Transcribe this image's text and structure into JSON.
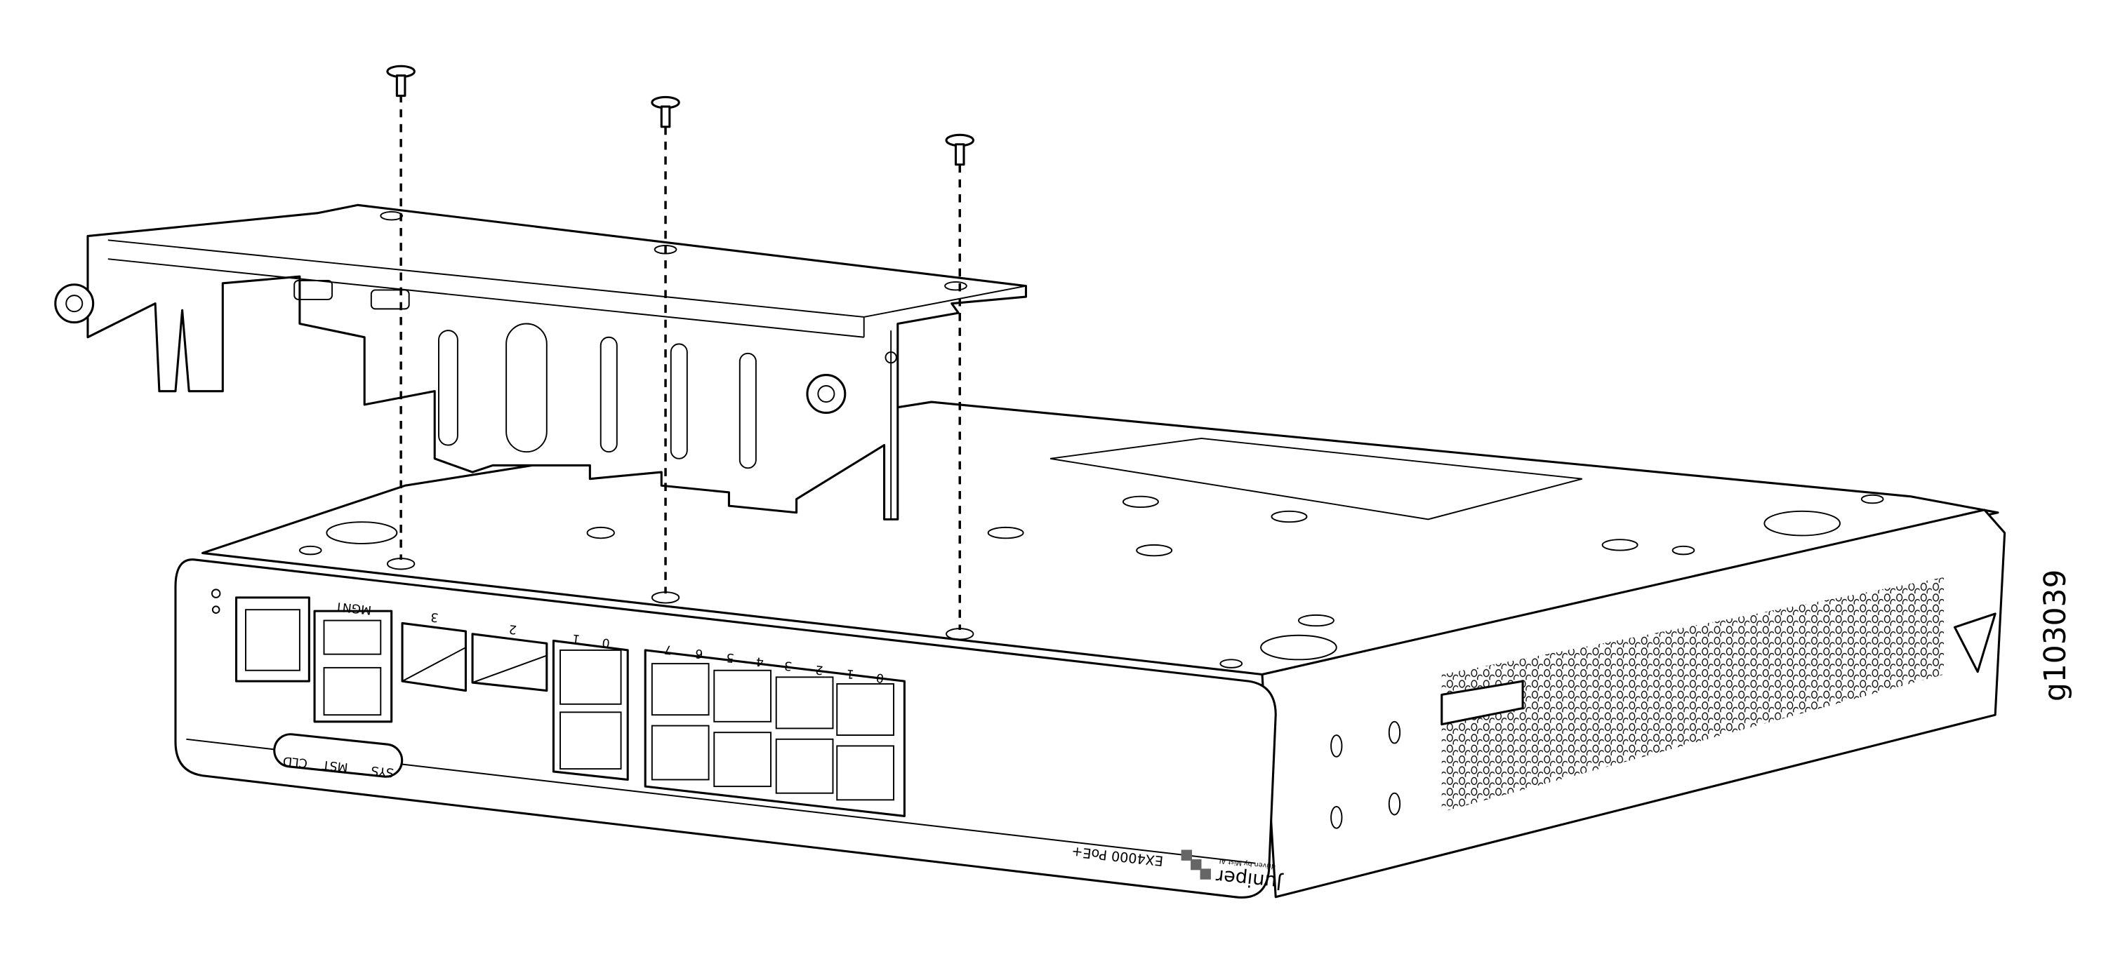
{
  "figure_id": "g103039",
  "device": {
    "model": "EX4000 PoE+",
    "brand": "Juniper",
    "tagline": "driven by Mist AI"
  },
  "front_panel": {
    "leds": [
      "SYS",
      "MST",
      "CLD"
    ],
    "mgmt_label": "MGNT",
    "sfp_labels": [
      "3",
      "2"
    ],
    "uplink_labels": [
      "0",
      "1"
    ],
    "port_labels": [
      "0",
      "1",
      "2",
      "3",
      "4",
      "5",
      "6",
      "7"
    ]
  },
  "colors": {
    "line": "#000000",
    "logo": "#666666",
    "background": "#ffffff"
  }
}
